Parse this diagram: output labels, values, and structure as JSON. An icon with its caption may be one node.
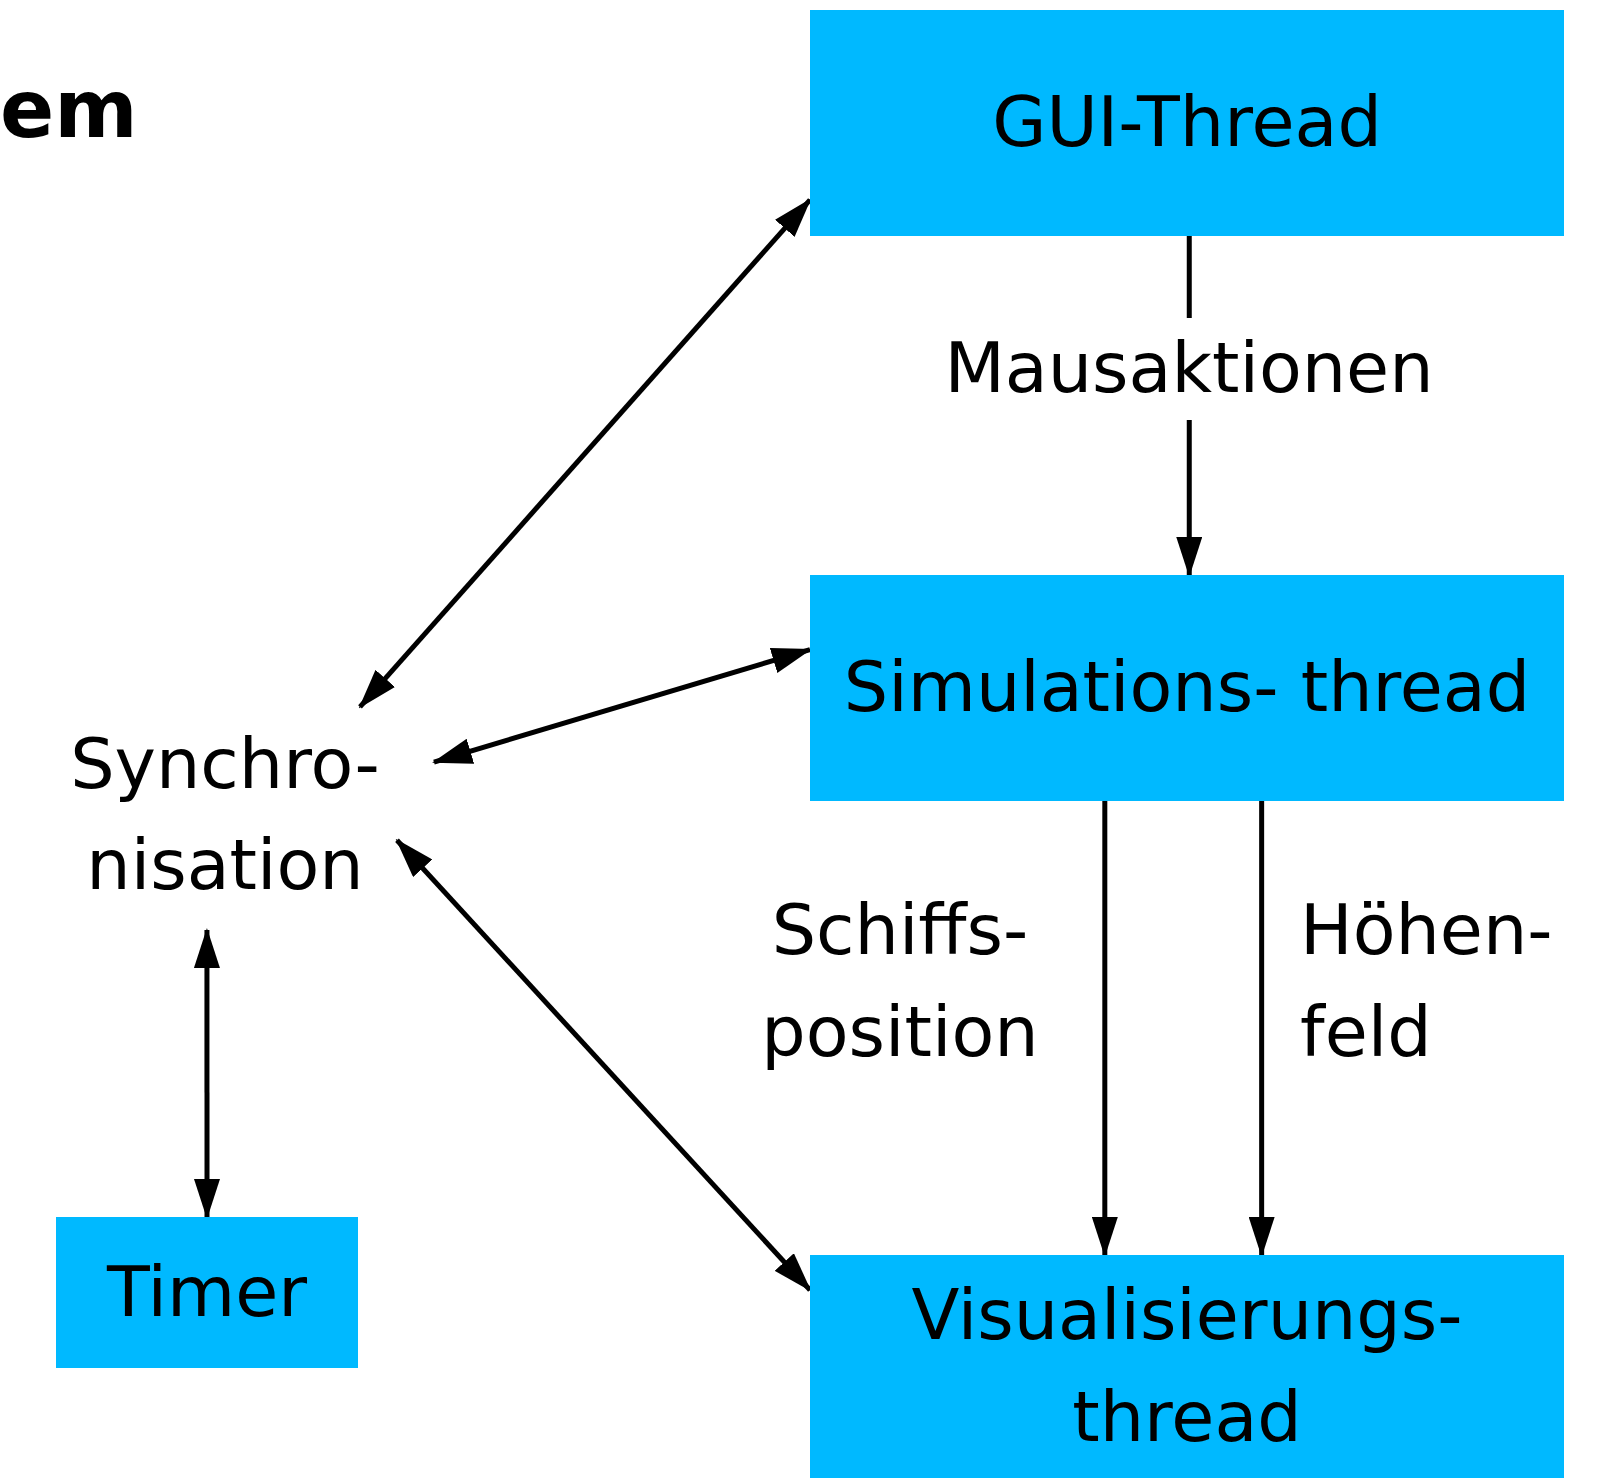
{
  "diagram": {
    "title": "em",
    "nodes": [
      {
        "text": [
          "GUI-Thread"
        ]
      },
      {
        "text": [
          "Simulations- thread"
        ]
      },
      {
        "text": [
          "Visualisierungs- thread"
        ]
      },
      {
        "text": [
          "Synchro- nisation"
        ]
      },
      {
        "text": [
          "Timer"
        ]
      }
    ],
    "edges": [
      {
        "from": 0,
        "to": 1,
        "arrow": "to",
        "label": "Mausaktionen"
      },
      {
        "from": 3,
        "to": 0,
        "arrow": "both"
      },
      {
        "from": 3,
        "to": 1,
        "arrow": "both"
      },
      {
        "from": 3,
        "to": 2,
        "arrow": "both"
      },
      {
        "from": 3,
        "to": 4,
        "arrow": "both"
      },
      {
        "from": 1,
        "to": 2,
        "arrow": "to",
        "label": "Schiffs- position"
      },
      {
        "from": 1,
        "to": 2,
        "arrow": "to",
        "label": "Höhen- feld"
      }
    ]
  }
}
